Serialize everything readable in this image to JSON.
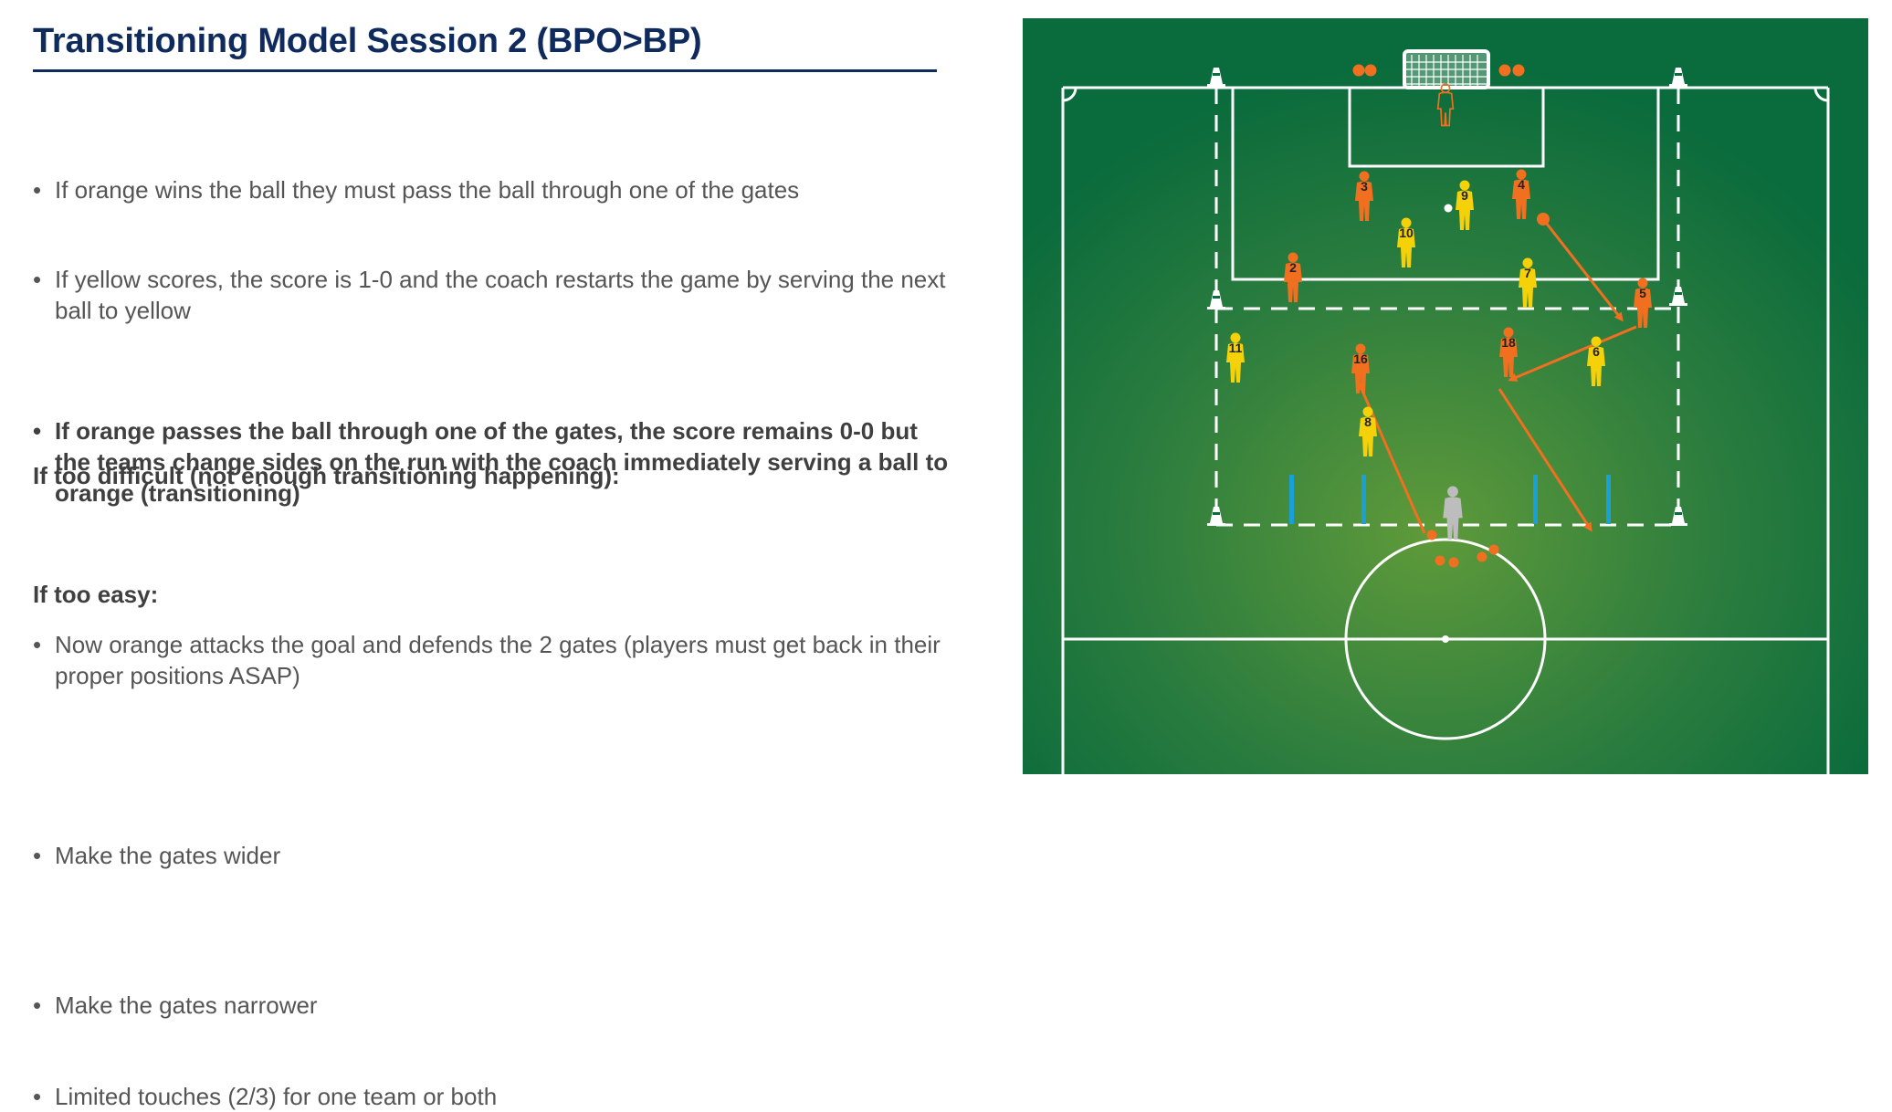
{
  "title": "Transitioning Model Session 2 (BPO>BP)",
  "bullets": [
    "If orange wins the ball they must pass the ball through one of the gates",
    "If yellow scores, the score is 1-0 and the coach restarts the game by serving the next ball to yellow",
    "If orange passes the ball through one of the gates, the score remains 0-0 but the teams change sides on the run with the coach immediately serving a ball to orange (transitioning)",
    "Now orange attacks the goal and defends the 2 gates (players must get back in their proper positions ASAP)"
  ],
  "too_difficult": {
    "heading": "If too difficult (not enough transitioning happening):",
    "items": [
      "Make the gates wider"
    ]
  },
  "too_easy": {
    "heading": "If too easy:",
    "items": [
      "Make the gates narrower",
      "Limited touches (2/3) for one team or both"
    ]
  },
  "colors": {
    "navy": "#0f2a5c",
    "pitch_green": "#0a6b3c",
    "orange": "#f07020",
    "yellow": "#f5d10a",
    "coach_grey": "#bdbdbd",
    "gate_blue": "#1aa0d8"
  },
  "diagram": {
    "orange_players": [
      "3",
      "4",
      "2",
      "5",
      "16",
      "18"
    ],
    "yellow_players": [
      "9",
      "10",
      "7",
      "11",
      "6",
      "8"
    ]
  }
}
